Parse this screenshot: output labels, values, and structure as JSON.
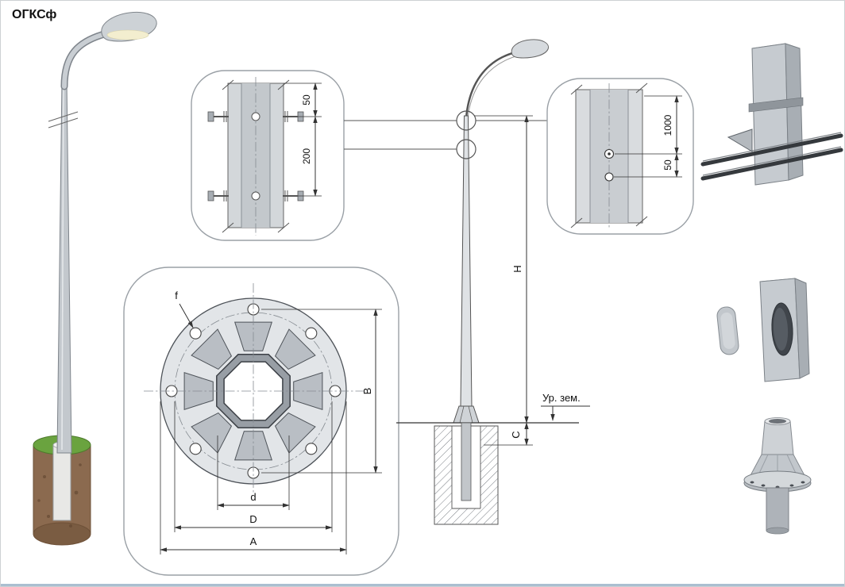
{
  "page": {
    "title": "ОГКСф"
  },
  "detail_top": {
    "dim_upper": "50",
    "dim_lower": "200"
  },
  "detail_right": {
    "dim_upper": "1000",
    "dim_lower": "50"
  },
  "elevation": {
    "dim_height": "H",
    "dim_embed": "C",
    "ground_label": "Ур. зем."
  },
  "flange_view": {
    "hole_label": "f",
    "dim_inner": "d",
    "dim_bolt_circle": "D",
    "dim_outer": "A",
    "dim_vertical": "B"
  }
}
